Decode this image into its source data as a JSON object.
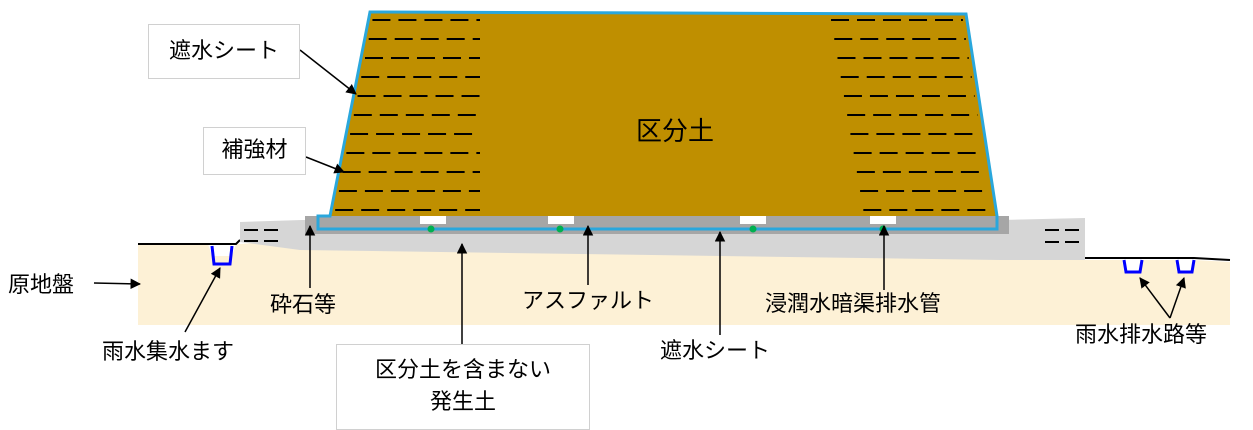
{
  "labels": {
    "center": "区分土",
    "sheet_top": "遮水シート",
    "reinforcement": "補強材",
    "original_ground": "原地盤",
    "gravel": "砕石等",
    "asphalt": "アスファルト",
    "drain_pipe": "浸潤水暗渠排水管",
    "rain_pit": "雨水集水ます",
    "sheet_bottom": "遮水シート",
    "rain_channel": "雨水排水路等",
    "other_soil_line1": "区分土を含まない",
    "other_soil_line2": "発生土"
  },
  "colors": {
    "embankment": "#bf8f00",
    "ground": "#fdf1d6",
    "gravel": "#d6d6d6",
    "asphalt": "#a6a6a6",
    "sheet": "#2aa7dc",
    "pipe": "#00b050",
    "channel": "#0000ff",
    "reinforcement": "#000000"
  }
}
